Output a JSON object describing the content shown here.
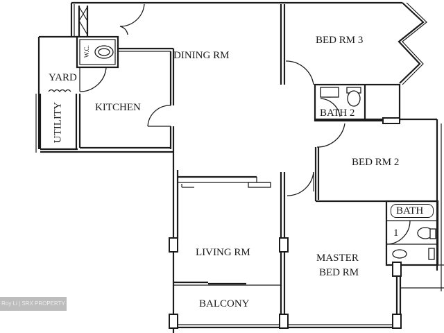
{
  "floor_plan": {
    "rooms": {
      "dining": "DINING RM",
      "kitchen": "KITCHEN",
      "yard": "YARD",
      "utility": "UTILITY",
      "wc": "W.C.",
      "bed3": "BED RM 3",
      "bath2": "BATH 2",
      "bed2": "BED RM 2",
      "bath1_label": "BATH",
      "bath1_number": "1",
      "master_line1": "MASTER",
      "master_line2": "BED RM",
      "living": "LIVING RM",
      "balcony": "BALCONY"
    },
    "watermark": "Roy Li | SRX PROPERTY",
    "colors": {
      "line": "#1a1a1a",
      "background": "#ffffff",
      "watermark_bg": "#bdbdbd"
    }
  }
}
